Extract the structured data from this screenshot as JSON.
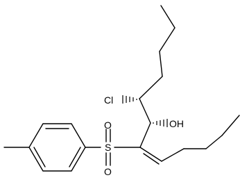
{
  "molecule": {
    "atom_labels": {
      "chlorine": "Cl",
      "hydroxyl": "OH",
      "sulfur": "S",
      "oxygen_top": "O",
      "oxygen_bottom": "O"
    },
    "stereo_bonds": {
      "chlorine_bond": "hashed-wedge",
      "hydroxyl_bond": "hashed-wedge"
    }
  }
}
